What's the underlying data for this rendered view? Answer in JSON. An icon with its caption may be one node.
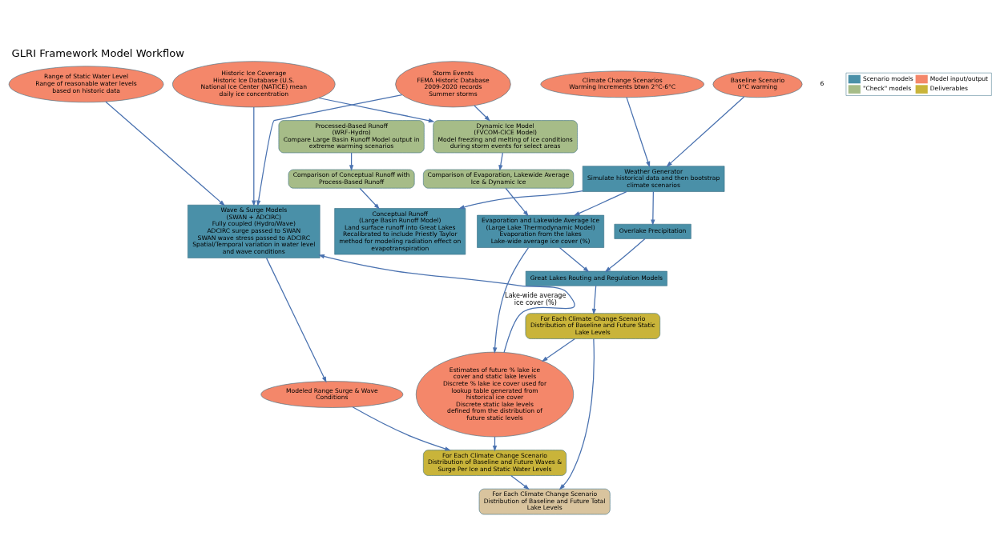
{
  "diagram": {
    "title": "GLRI Framework Model Workflow",
    "nodes": [
      {
        "text": [
          "Baseline Scenario",
          "0°C warming"
        ]
      },
      {
        "text": [
          "Climate Change Scenarios",
          "Warming Increments btwn 2°C-6°C"
        ]
      },
      {
        "text": [
          "Weather Generator",
          "Simulate historical data and then bootstrap climate scenarios"
        ]
      },
      {
        "text": [
          "Historic Ice Coverage",
          "Historic Ice Database (U.S. National Ice Center (NATICE) mean daily ice concentration"
        ]
      },
      {
        "text": [
          "Storm Events",
          "FEMA Historic Database",
          "2009-2020 records",
          "Summer storms"
        ]
      },
      {
        "text": [
          "Range of Static Water Level",
          "Range of reasonable water levels based on historic data"
        ]
      },
      {
        "text": [
          "Conceptual Runoff",
          "(Large Basin Runoff Model)",
          "Land surface runoff into Great Lakes",
          "Recalibrated to include Priestly Taylor method for modeling radiation effect on evapotranspiration"
        ]
      },
      {
        "text": [
          "Overlake Precipitation"
        ]
      },
      {
        "text": [
          "Evaporation and Lakewide Average Ice",
          "(Large Lake Thermodynamic Model)",
          "Evaporation from the lakes",
          "Lake-wide average ice cover (%)"
        ]
      },
      {
        "text": [
          "Dynamic Ice Model",
          "(FVCOM-CICE Model)",
          "Model freezing and melting of ice conditions during storm events for select areas"
        ]
      },
      {
        "text": [
          "Wave & Surge Models",
          "(SWAN + ADCIRC)",
          "Fully coupled (Hydro/Wave)",
          "ADCIRC surge passed to SWAN",
          "SWAN wave stress passed to ADCIRC",
          "Spatial/Temporal variation in water level and wave conditions"
        ]
      },
      {
        "text": [
          "Comparison of Evaporation, Lakewide Average Ice & Dynamic Ice"
        ]
      },
      {
        "text": [
          "Comparison of Conceptual Runoff with Process-Based Runoff"
        ]
      },
      {
        "text": [
          "Great Lakes Routing and Regulation Models"
        ]
      },
      {
        "text": [
          "Estimates of future % lake ice cover and static lake levels",
          "Discrete % lake ice cover used for lookup table generated from historical ice cover",
          "Discrete static lake levels defined from the distribution of future static levels"
        ]
      },
      {
        "text": [
          "Modeled Range Surge & Wave Conditions"
        ]
      },
      {
        "text": [
          "Processed-Based Runoff",
          "(WRF-Hydro)",
          "Compare Large Basin Runoff Model output in extreme warming scenarios"
        ]
      },
      {
        "text": [
          "For Each Climate Change Scenario",
          "Distribution of Baseline and Future Static Lake Levels"
        ]
      },
      {
        "text": [
          "For Each Climate Change Scenario",
          "Distribution of Baseline and Future Total Lake Levels"
        ]
      },
      {
        "text": [
          "For Each Climate Change Scenario",
          "Distribution of Baseline and Future Waves & Surge Per Ice and Static Water Levels"
        ]
      }
    ],
    "edges": [
      {
        "from": 0,
        "to": 2,
        "arrow": "to"
      },
      {
        "from": 1,
        "to": 2,
        "arrow": "to"
      },
      {
        "from": 2,
        "to": 6,
        "arrow": "to"
      },
      {
        "from": 2,
        "to": 7,
        "arrow": "to"
      },
      {
        "from": 2,
        "to": 8,
        "arrow": "to"
      },
      {
        "from": 3,
        "to": 9,
        "arrow": "to"
      },
      {
        "from": 4,
        "to": 9,
        "arrow": "to"
      },
      {
        "from": 3,
        "to": 10,
        "arrow": "to"
      },
      {
        "from": 4,
        "to": 10,
        "arrow": "to"
      },
      {
        "from": 5,
        "to": 10,
        "arrow": "to"
      },
      {
        "from": 9,
        "to": 11,
        "arrow": "to"
      },
      {
        "from": 11,
        "to": 8,
        "arrow": "to"
      },
      {
        "from": 16,
        "to": 12,
        "arrow": "to"
      },
      {
        "from": 12,
        "to": 6,
        "arrow": "to"
      },
      {
        "from": 7,
        "to": 13,
        "arrow": "to"
      },
      {
        "from": 8,
        "to": 13,
        "arrow": "to"
      },
      {
        "from": 8,
        "to": 14,
        "arrow": "to",
        "label": "Lake-wide average ice cover (%)"
      },
      {
        "from": 13,
        "to": 17,
        "arrow": "to"
      },
      {
        "from": 17,
        "to": 14,
        "arrow": "to"
      },
      {
        "from": 14,
        "to": 10,
        "arrow": "to"
      },
      {
        "from": 10,
        "to": 15,
        "arrow": "to"
      },
      {
        "from": 14,
        "to": 19,
        "arrow": "to"
      },
      {
        "from": 15,
        "to": 19,
        "arrow": "to"
      },
      {
        "from": 17,
        "to": 18,
        "arrow": "to"
      },
      {
        "from": 19,
        "to": 18,
        "arrow": "to"
      }
    ],
    "labels": [
      "6"
    ],
    "legend": [
      {
        "text": "Scenario models",
        "color": "#4a90a8"
      },
      {
        "text": "Model input/output",
        "color": "#f4876a"
      },
      {
        "text": "\"Check\" models",
        "color": "#a6bc88"
      },
      {
        "text": "Deliverables",
        "color": "#c9b43a"
      }
    ]
  }
}
